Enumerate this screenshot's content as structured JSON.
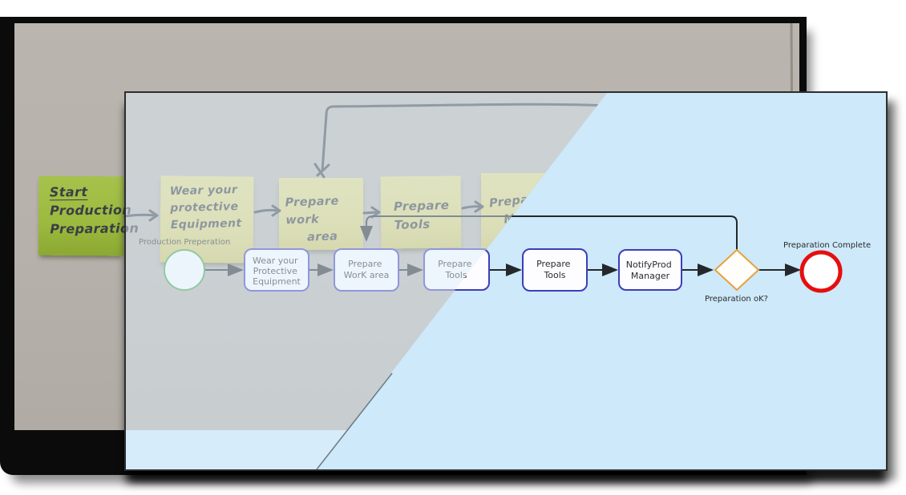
{
  "scene": {
    "description": "Whiteboard photo with sticky-note process overlaid by a digital BPMN diagram panel",
    "background_color": "#ffffff"
  },
  "photo": {
    "wall_color": "#b6b1ab",
    "ink_color": "#41464c",
    "green_sticky": {
      "color": "#9cba3e",
      "lines": [
        "Start",
        "Production",
        "Preparation"
      ]
    },
    "sticky_color": "#d9d077",
    "stickies": [
      {
        "lines": [
          "Wear your",
          "protective",
          "Equipment"
        ]
      },
      {
        "lines": [
          "Prepare work",
          "area"
        ]
      },
      {
        "lines": [
          "Prepare",
          "Tools"
        ]
      },
      {
        "lines": [
          "Prepare",
          "Ma"
        ]
      }
    ]
  },
  "panel": {
    "canvas_color": "#cde9fa",
    "border_color": "#2e2e2e"
  },
  "diagram": {
    "start_event_label": "Production Preperation",
    "start_event_color": "#44a344",
    "task_border_color": "#3e3eb8",
    "connector_color": "#24282b",
    "tasks": [
      {
        "lines": [
          "Wear your",
          "Protective",
          "Equipment"
        ]
      },
      {
        "lines": [
          "Prepare",
          "WorK area"
        ]
      },
      {
        "lines": [
          "Prepare",
          "Tools"
        ]
      },
      {
        "lines": [
          "Prepare",
          "Tools"
        ]
      },
      {
        "lines": [
          "NotifyProd",
          "Manager"
        ]
      }
    ],
    "gateway_label": "Preparation oK?",
    "gateway_color": "#e8a23b",
    "end_event_label": "Preparation Complete",
    "end_event_color": "#e60e0e"
  }
}
